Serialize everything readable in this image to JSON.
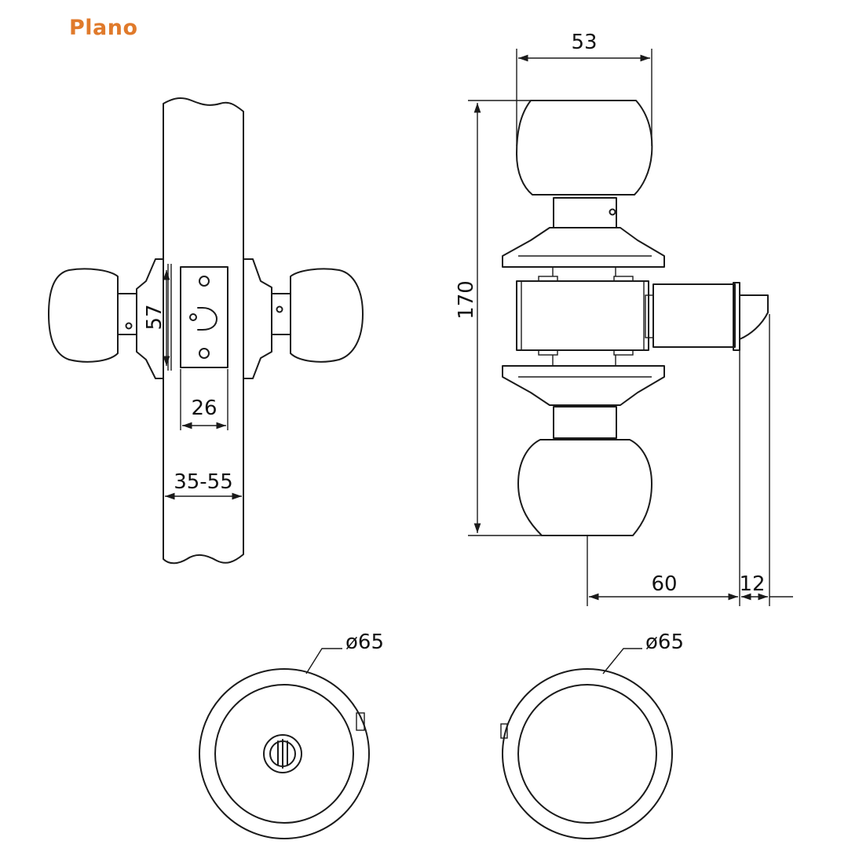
{
  "brand": {
    "name": "Plano",
    "color": "#e07a2b"
  },
  "dimensions": {
    "knob_width": "53",
    "overall_height": "170",
    "rose_height": "57",
    "faceplate_width": "26",
    "door_thickness": "35-55",
    "backset": "60",
    "latch_projection": "12",
    "rose_diameter_key_side": "ø65",
    "rose_diameter_inside": "ø65"
  },
  "line_color": "#1a1a1a"
}
